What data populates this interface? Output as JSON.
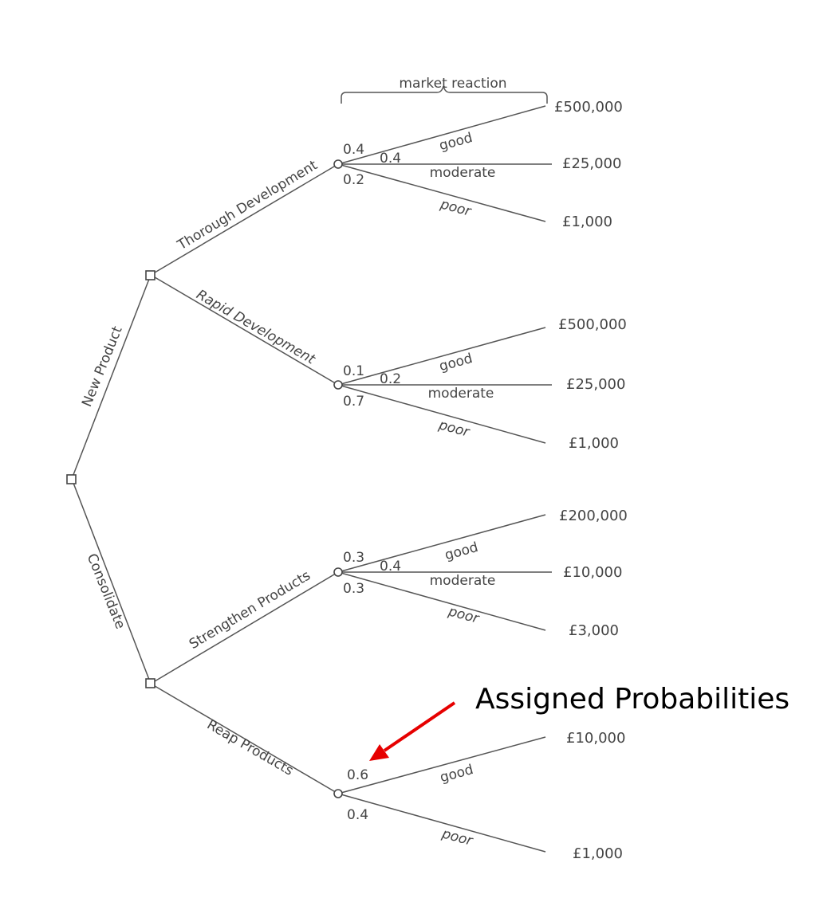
{
  "header": {
    "market_reaction": "market reaction"
  },
  "decisions": {
    "new_product": "New Product",
    "consolidate": "Consolidate",
    "thorough": "Thorough Development",
    "rapid": "Rapid Development",
    "strengthen": "Strengthen Products",
    "reap": "Reap Products"
  },
  "outcomes": {
    "good": "good",
    "moderate": "moderate",
    "poor": "poor"
  },
  "thorough": {
    "p_good": "0.4",
    "p_moderate": "0.4",
    "p_poor": "0.2",
    "pay_good": "£500,000",
    "pay_moderate": "£25,000",
    "pay_poor": "£1,000"
  },
  "rapid": {
    "p_good": "0.1",
    "p_moderate": "0.2",
    "p_poor": "0.7",
    "pay_good": "£500,000",
    "pay_moderate": "£25,000",
    "pay_poor": "£1,000"
  },
  "strengthen": {
    "p_good": "0.3",
    "p_moderate": "0.4",
    "p_poor": "0.3",
    "pay_good": "£200,000",
    "pay_moderate": "£10,000",
    "pay_poor": "£3,000"
  },
  "reap": {
    "p_good": "0.6",
    "p_poor": "0.4",
    "pay_good": "£10,000",
    "pay_poor": "£1,000"
  },
  "annotation": {
    "label": "Assigned Probabilities",
    "color": "#e60000"
  }
}
